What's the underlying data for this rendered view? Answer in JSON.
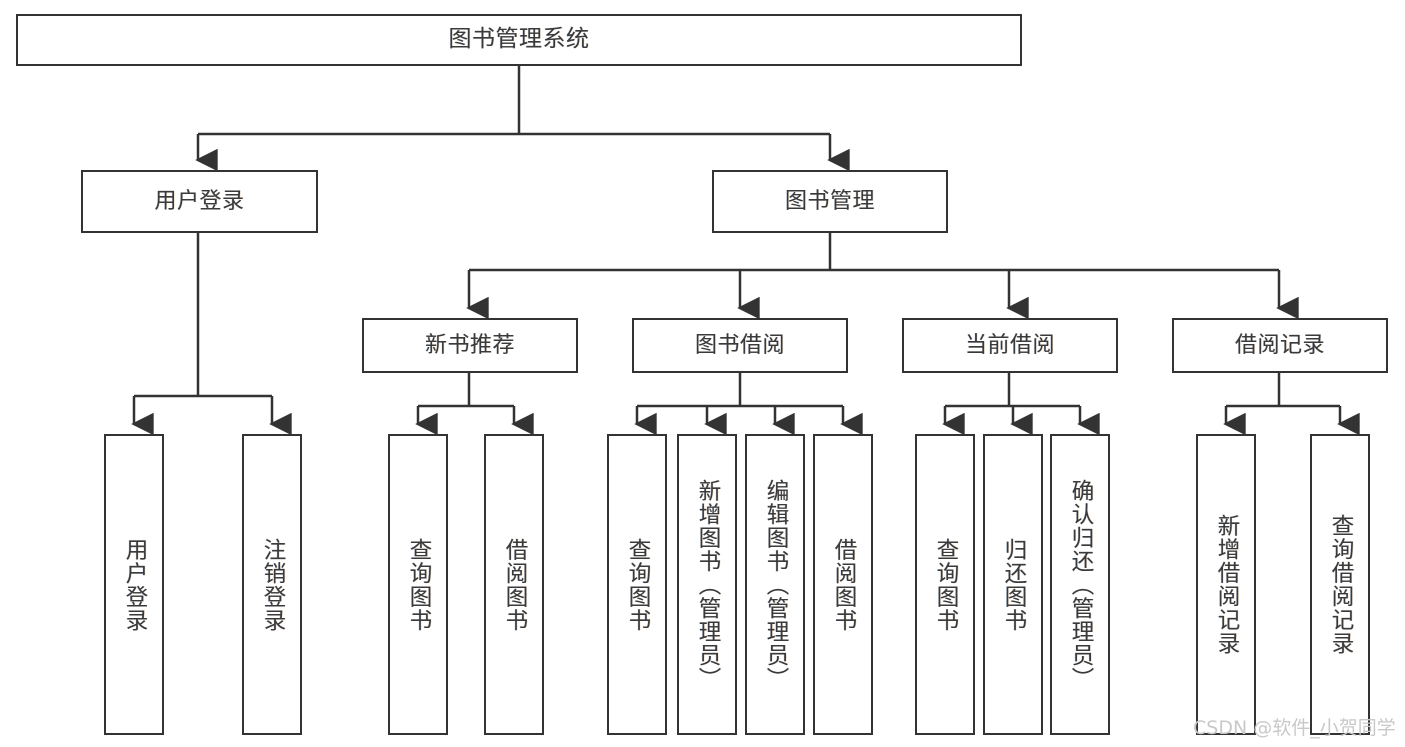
{
  "diagram": {
    "title": "图书管理系统",
    "watermark": "CSDN @软件_小贺同学",
    "colors": {
      "stroke": "#333333",
      "text": "#3a3a3a",
      "background": "#ffffff",
      "watermark": "#c9c9c9"
    },
    "nodes": {
      "root": {
        "label": "图书管理系统"
      },
      "level2": [
        {
          "id": "user-login",
          "label": "用户登录"
        },
        {
          "id": "book-manage",
          "label": "图书管理"
        }
      ],
      "level3": [
        {
          "id": "new-book-recommend",
          "label": "新书推荐"
        },
        {
          "id": "book-borrow",
          "label": "图书借阅"
        },
        {
          "id": "current-borrow",
          "label": "当前借阅"
        },
        {
          "id": "borrow-record",
          "label": "借阅记录"
        }
      ],
      "leaves": {
        "user-login": [
          {
            "id": "leaf-user-login",
            "label": "用户登录"
          },
          {
            "id": "leaf-user-logout",
            "label": "注销登录"
          }
        ],
        "new-book-recommend": [
          {
            "id": "leaf-query-book-1",
            "label": "查询图书"
          },
          {
            "id": "leaf-borrow-book-1",
            "label": "借阅图书"
          }
        ],
        "book-borrow": [
          {
            "id": "leaf-query-book-2",
            "label": "查询图书"
          },
          {
            "id": "leaf-add-book",
            "label": "新增图书（管理员）"
          },
          {
            "id": "leaf-edit-book",
            "label": "编辑图书（管理员）"
          },
          {
            "id": "leaf-borrow-book-2",
            "label": "借阅图书"
          }
        ],
        "current-borrow": [
          {
            "id": "leaf-query-book-3",
            "label": "查询图书"
          },
          {
            "id": "leaf-return-book",
            "label": "归还图书"
          },
          {
            "id": "leaf-confirm-return",
            "label": "确认归还（管理员）"
          }
        ],
        "borrow-record": [
          {
            "id": "leaf-add-record",
            "label": "新增借阅记录"
          },
          {
            "id": "leaf-query-record",
            "label": "查询借阅记录"
          }
        ]
      }
    }
  }
}
